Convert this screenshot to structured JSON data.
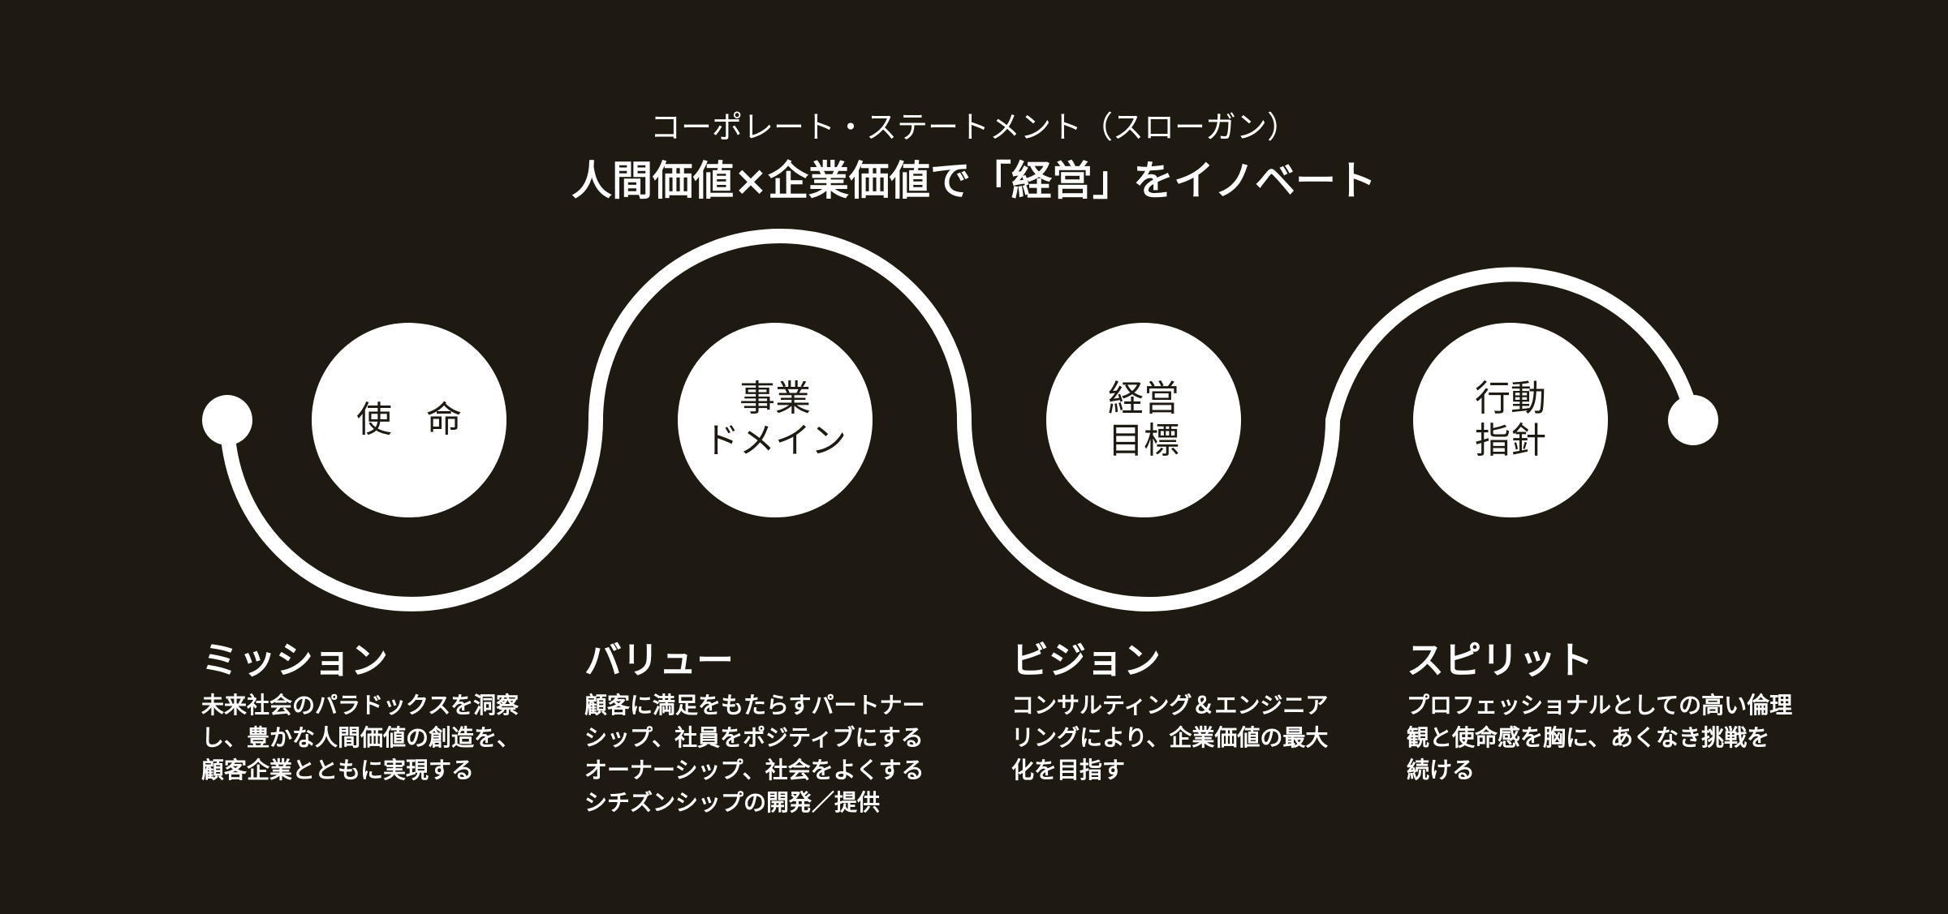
{
  "header": {
    "subtitle": "コーポレート・ステートメント（スローガン）",
    "title": "人間価値×企業価値で「経営」をイノベート"
  },
  "stages": [
    {
      "circle_lines": [
        "使 命"
      ],
      "label": "ミッション",
      "desc_lines": [
        "未来社会のパラドックスを洞察",
        "し、豊かな人間価値の創造を、",
        "顧客企業とともに実現する"
      ]
    },
    {
      "circle_lines": [
        "事業",
        "ドメイン"
      ],
      "label": "バリュー",
      "desc_lines": [
        "顧客に満足をもたらすパートナー",
        "シップ、社員をポジティブにする",
        "オーナーシップ、社会をよくする",
        "シチズンシップの開発／提供"
      ]
    },
    {
      "circle_lines": [
        "経営",
        "目標"
      ],
      "label": "ビジョン",
      "desc_lines": [
        "コンサルティング＆エンジニア",
        "リングにより、企業価値の最大",
        "化を目指す"
      ]
    },
    {
      "circle_lines": [
        "行動",
        "指針"
      ],
      "label": "スピリット",
      "desc_lines": [
        "プロフェッショナルとしての高い倫理",
        "観と使命感を胸に、あくなき挑戦を",
        "続ける"
      ]
    }
  ],
  "colors": {
    "background": "#1e1a11",
    "foreground": "#ffffff"
  }
}
